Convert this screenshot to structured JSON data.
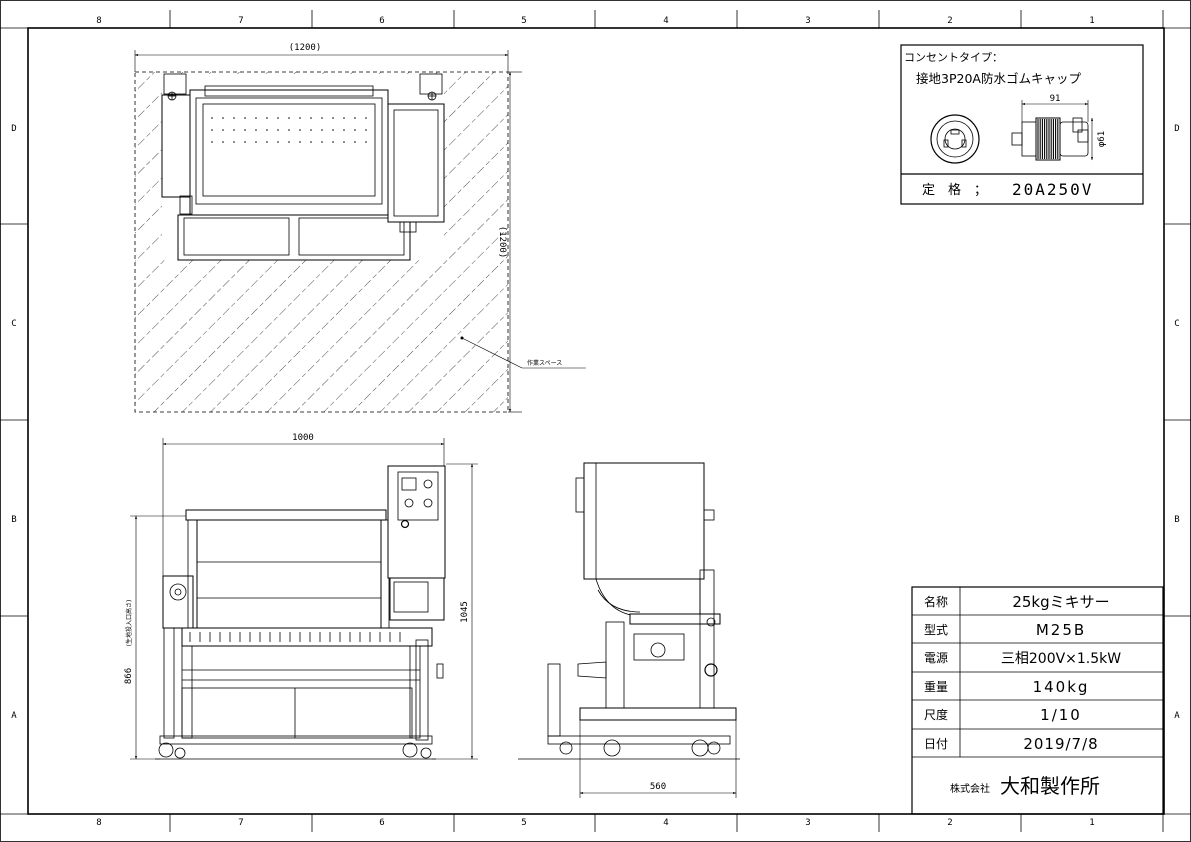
{
  "frame": {
    "columns_top": [
      "8",
      "7",
      "6",
      "5",
      "4",
      "3",
      "2",
      "1"
    ],
    "columns_bottom": [
      "8",
      "7",
      "6",
      "5",
      "4",
      "3",
      "2",
      "1"
    ],
    "rows_left": [
      "D",
      "C",
      "B",
      "A"
    ],
    "rows_right": [
      "D",
      "C",
      "B",
      "A"
    ]
  },
  "plan_view": {
    "width_dim": "(1200)",
    "depth_dim": "(1200)",
    "work_space_label": "作業スペース"
  },
  "front_view": {
    "width_dim": "1000",
    "height_dim": "1045",
    "inlet_height_dim": "866",
    "inlet_height_note": "(生地投入口高さ)"
  },
  "side_view": {
    "depth_dim": "560"
  },
  "plug_box": {
    "title": "コンセントタイプ：",
    "type": "接地3P20A防水ゴムキャップ",
    "length_dim": "91",
    "diameter_dim": "φ61",
    "rating_label": "定　格　；",
    "rating_value": "20A250V"
  },
  "title_block": {
    "rows": [
      {
        "label": "名称",
        "value": "25kgミキサー"
      },
      {
        "label": "型式",
        "value": "M25B"
      },
      {
        "label": "電源",
        "value": "三相200V×1.5kW"
      },
      {
        "label": "重量",
        "value": "140kg"
      },
      {
        "label": "尺度",
        "value": "1/10"
      },
      {
        "label": "日付",
        "value": "2019/7/8"
      }
    ],
    "company_prefix": "株式会社",
    "company_name": "大和製作所"
  }
}
